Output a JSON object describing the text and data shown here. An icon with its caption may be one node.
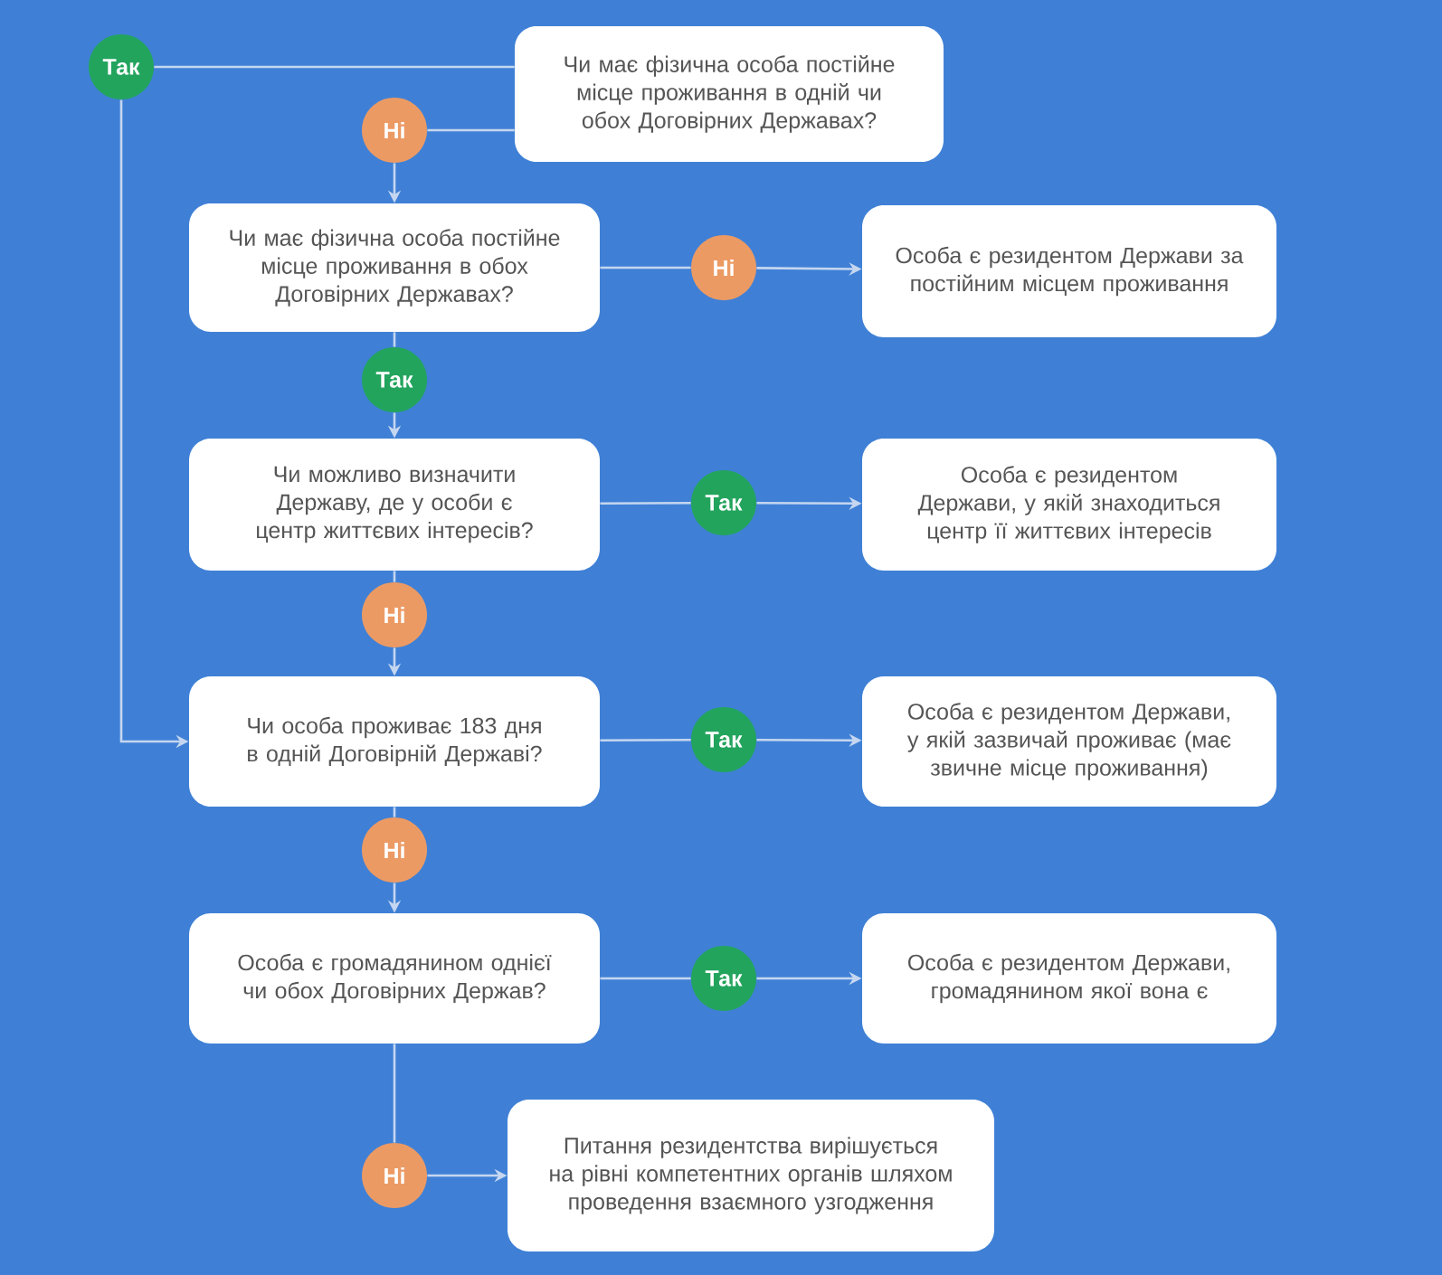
{
  "diagram": {
    "nodes": [
      {
        "text": [
          "Чи має фізична особа постійне місце проживання в одній чи обох Договірних Державах?"
        ]
      },
      {
        "text": [
          "Так"
        ]
      },
      {
        "text": [
          "Ні"
        ]
      },
      {
        "text": [
          "Чи має фізична особа постійне місце проживання в обох Договірних Державах?"
        ]
      },
      {
        "text": [
          "Ні"
        ]
      },
      {
        "text": [
          "Особа є резидентом Держави за постійним місцем проживання"
        ]
      },
      {
        "text": [
          "Так"
        ]
      },
      {
        "text": [
          "Чи можливо визначити Державу, де у особи є центр життєвих інтересів?"
        ]
      },
      {
        "text": [
          "Так"
        ]
      },
      {
        "text": [
          "Особа є резидентом Держави, у якій знаходиться центр її життєвих інтересів"
        ]
      },
      {
        "text": [
          "Ні"
        ]
      },
      {
        "text": [
          "Чи особа проживає 183 дня в одній Договірній Державі?"
        ]
      },
      {
        "text": [
          "Так"
        ]
      },
      {
        "text": [
          "Особа є резидентом Держави, у якій зазвичай проживає (має звичне місце проживання)"
        ]
      },
      {
        "text": [
          "Ні"
        ]
      },
      {
        "text": [
          "Особа є громадянином однієї чи обох Договірних Держав?"
        ]
      },
      {
        "text": [
          "Так"
        ]
      },
      {
        "text": [
          "Особа є резидентом Держави, громадянином якої вона є"
        ]
      },
      {
        "text": [
          "Ні"
        ]
      },
      {
        "text": [
          "Питання резидентства вирішується на рівні компетентних органів шляхом проведення взаємного узгодження"
        ]
      }
    ],
    "edges": [
      {
        "from": 0,
        "to": 1,
        "arrow": "none"
      },
      {
        "from": 0,
        "to": 2,
        "arrow": "none"
      },
      {
        "from": 2,
        "to": 3,
        "arrow": "to"
      },
      {
        "from": 1,
        "to": 11,
        "arrow": "to"
      },
      {
        "from": 3,
        "to": 4,
        "arrow": "none"
      },
      {
        "from": 4,
        "to": 5,
        "arrow": "to"
      },
      {
        "from": 3,
        "to": 6,
        "arrow": "none"
      },
      {
        "from": 6,
        "to": 7,
        "arrow": "to"
      },
      {
        "from": 7,
        "to": 8,
        "arrow": "none"
      },
      {
        "from": 8,
        "to": 9,
        "arrow": "to"
      },
      {
        "from": 7,
        "to": 10,
        "arrow": "none"
      },
      {
        "from": 10,
        "to": 11,
        "arrow": "to"
      },
      {
        "from": 11,
        "to": 12,
        "arrow": "none"
      },
      {
        "from": 12,
        "to": 13,
        "arrow": "to"
      },
      {
        "from": 11,
        "to": 14,
        "arrow": "none"
      },
      {
        "from": 14,
        "to": 15,
        "arrow": "to"
      },
      {
        "from": 15,
        "to": 16,
        "arrow": "none"
      },
      {
        "from": 16,
        "to": 17,
        "arrow": "to"
      },
      {
        "from": 15,
        "to": 18,
        "arrow": "none"
      },
      {
        "from": 18,
        "to": 19,
        "arrow": "to"
      }
    ]
  }
}
